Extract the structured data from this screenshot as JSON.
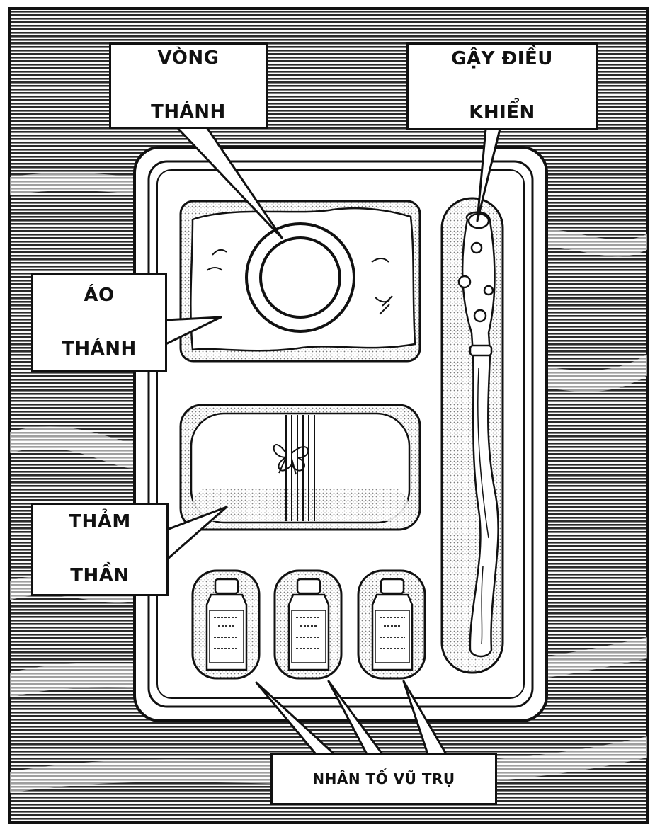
{
  "captions": {
    "vong_thanh": [
      "VÒNG",
      "THÁNH"
    ],
    "gay_dieu_khien": [
      "GẬY ĐIỀU",
      "KHIỂN"
    ],
    "ao_thanh": [
      "ÁO",
      "THÁNH"
    ],
    "tham_than": [
      "THẢM",
      "THẦN"
    ],
    "nhan_to_vu_tru": "NHÂN TỐ VŨ TRỤ"
  },
  "colors": {
    "ink": "#111111",
    "paper": "#ffffff",
    "screentone": "#8a8a8a"
  },
  "icons": [
    "ring-icon",
    "wand-icon",
    "robe-icon",
    "carpet-icon",
    "bottle-icon"
  ]
}
